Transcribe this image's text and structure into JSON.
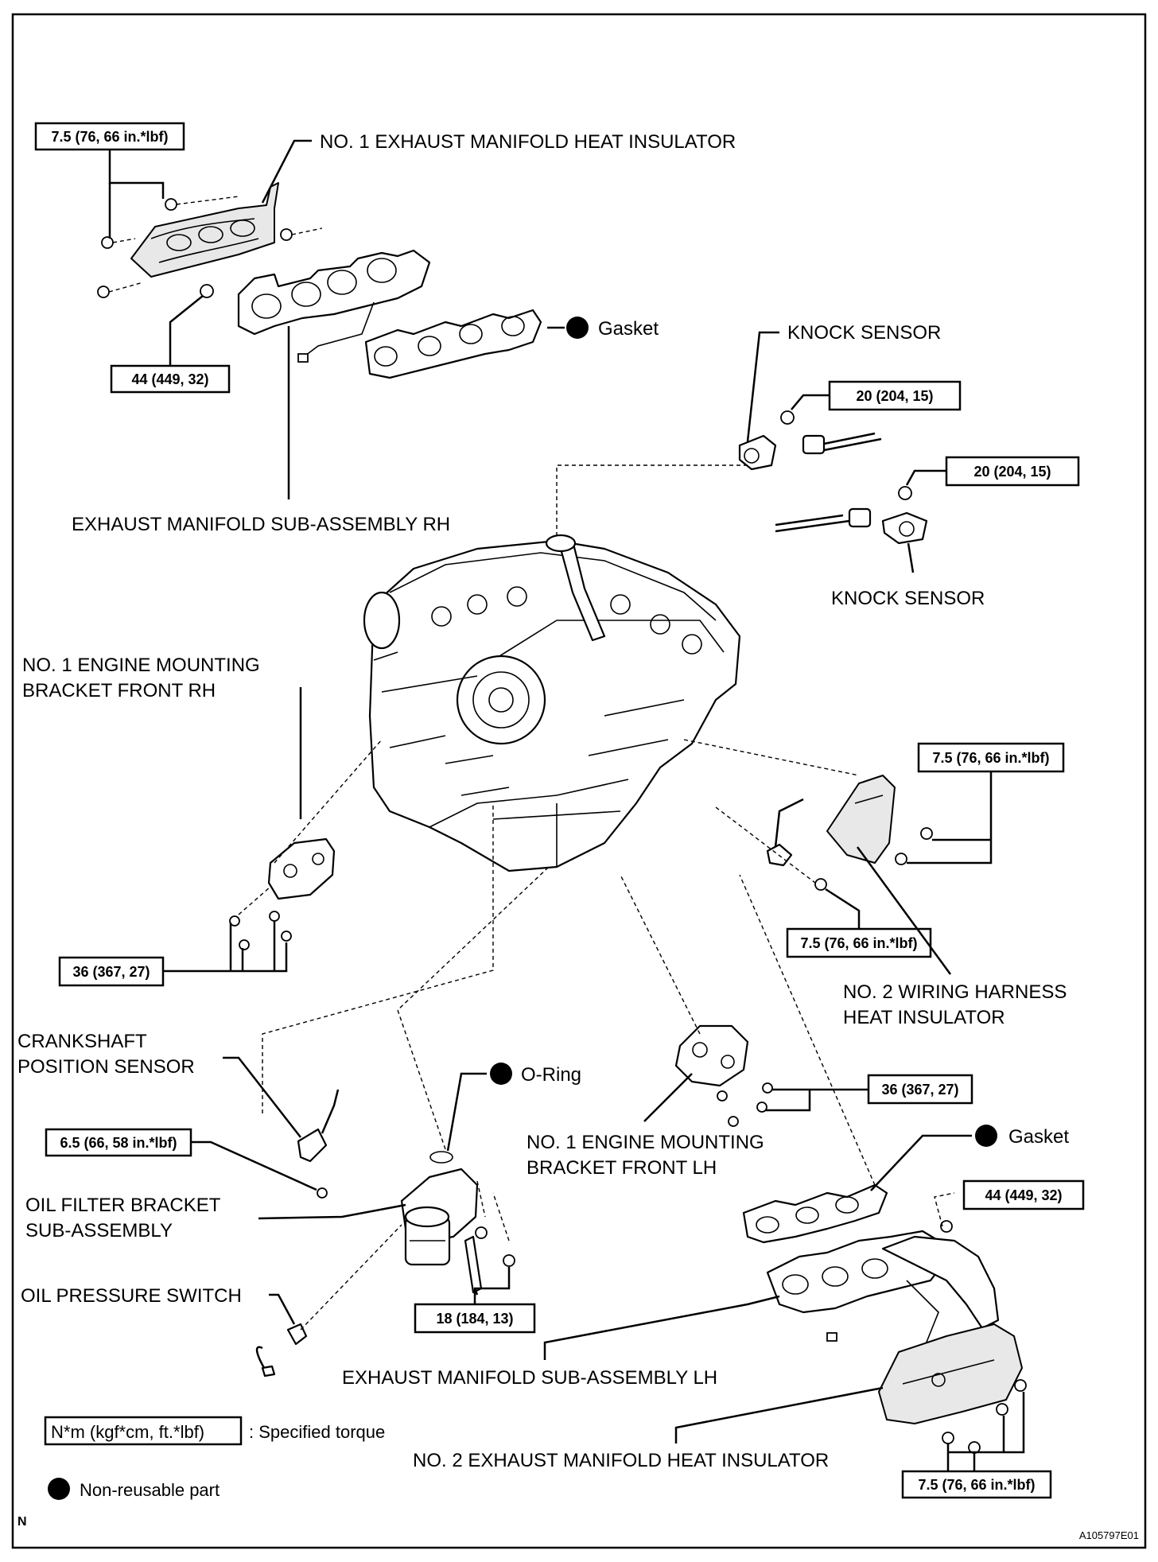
{
  "labels": {
    "no1_exhaust_heat_insulator": "NO. 1 EXHAUST MANIFOLD HEAT INSULATOR",
    "gasket_top": "Gasket",
    "knock_sensor_top": "KNOCK SENSOR",
    "exhaust_manifold_rh": "EXHAUST MANIFOLD SUB-ASSEMBLY RH",
    "knock_sensor_mid": "KNOCK SENSOR",
    "no1_bracket_rh_line1": "NO. 1 ENGINE MOUNTING",
    "no1_bracket_rh_line2": "BRACKET FRONT RH",
    "no2_wiring_line1": "NO. 2 WIRING HARNESS",
    "no2_wiring_line2": "HEAT INSULATOR",
    "crankshaft_line1": "CRANKSHAFT",
    "crankshaft_line2": "POSITION SENSOR",
    "oring": "O-Ring",
    "no1_bracket_lh_line1": "NO. 1 ENGINE MOUNTING",
    "no1_bracket_lh_line2": "BRACKET FRONT LH",
    "gasket_bottom": "Gasket",
    "oil_filter_line1": "OIL FILTER BRACKET",
    "oil_filter_line2": "SUB-ASSEMBLY",
    "oil_pressure_switch": "OIL PRESSURE SWITCH",
    "exhaust_manifold_lh": "EXHAUST MANIFOLD SUB-ASSEMBLY LH",
    "no2_exhaust_heat_insulator": "NO. 2 EXHAUST MANIFOLD HEAT INSULATOR"
  },
  "torques": {
    "t_rh_insulator": "7.5 (76, 66 in.*lbf)",
    "t_rh_manifold": "44 (449, 32)",
    "t_knock_top": "20 (204, 15)",
    "t_knock_mid": "20 (204, 15)",
    "t_wiring_insulator_top": "7.5 (76, 66 in.*lbf)",
    "t_wiring_insulator_bottom": "7.5 (76, 66 in.*lbf)",
    "t_bracket_rh": "36 (367, 27)",
    "t_bracket_lh": "36 (367, 27)",
    "t_crankshaft": "6.5 (66, 58 in.*lbf)",
    "t_lh_manifold": "44 (449, 32)",
    "t_oil_filter": "18 (184, 13)",
    "t_lh_insulator": "7.5 (76, 66 in.*lbf)"
  },
  "legend": {
    "torque_unit": "N*m (kgf*cm, ft.*lbf)",
    "torque_desc": ": Specified torque",
    "nonreusable": "Non-reusable part"
  },
  "corner": {
    "n_mark": "N",
    "figure_id": "A105797E01"
  }
}
